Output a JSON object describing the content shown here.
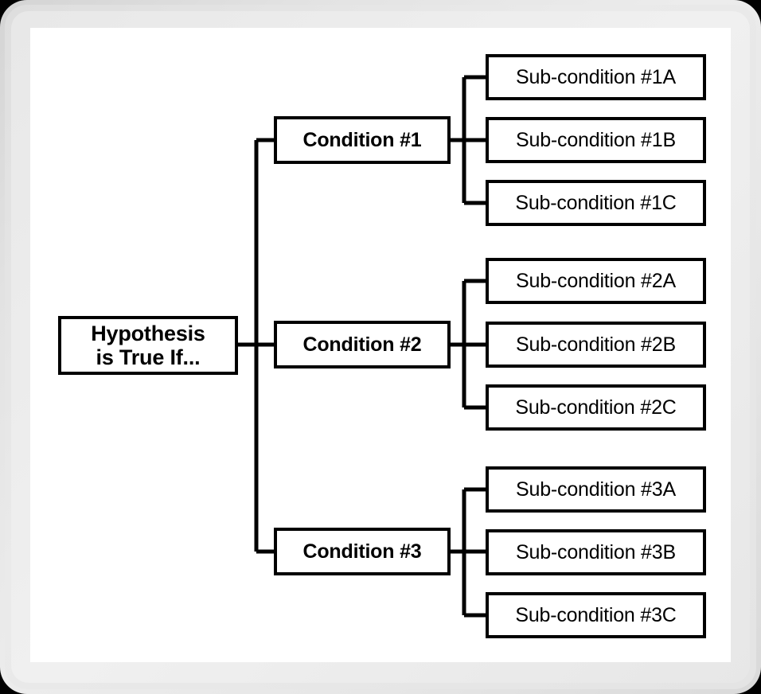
{
  "diagram": {
    "title_node": {
      "id": "hypothesis",
      "label": "Hypothesis\nis True If...",
      "bold": true
    },
    "branches": [
      {
        "condition": {
          "id": "condition-1",
          "label": "Condition #1"
        },
        "sub_conditions": [
          {
            "id": "sub-condition-1a",
            "label": "Sub-condition #1A"
          },
          {
            "id": "sub-condition-1b",
            "label": "Sub-condition #1B"
          },
          {
            "id": "sub-condition-1c",
            "label": "Sub-condition #1C"
          }
        ]
      },
      {
        "condition": {
          "id": "condition-2",
          "label": "Condition #2"
        },
        "sub_conditions": [
          {
            "id": "sub-condition-2a",
            "label": "Sub-condition #2A"
          },
          {
            "id": "sub-condition-2b",
            "label": "Sub-condition #2B"
          },
          {
            "id": "sub-condition-2c",
            "label": "Sub-condition #2C"
          }
        ]
      },
      {
        "condition": {
          "id": "condition-3",
          "label": "Condition #3"
        },
        "sub_conditions": [
          {
            "id": "sub-condition-3a",
            "label": "Sub-condition #3A"
          },
          {
            "id": "sub-condition-3b",
            "label": "Sub-condition #3B"
          },
          {
            "id": "sub-condition-3c",
            "label": "Sub-condition #3C"
          }
        ]
      }
    ],
    "colors": {
      "node_fill": "#ffffff",
      "node_stroke": "#000000",
      "connector": "#000000",
      "canvas": "#ffffff",
      "frame": "#e8e8e8",
      "page_background": "#000000"
    }
  }
}
